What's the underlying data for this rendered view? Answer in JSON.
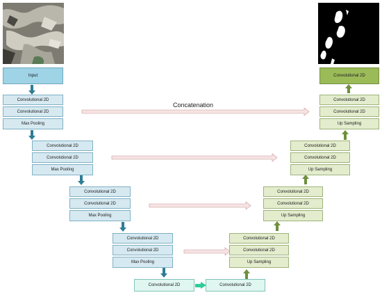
{
  "input_image": {
    "alt": ""
  },
  "output_mask": {
    "alt": ""
  },
  "encoder": {
    "input_label": "Input",
    "blocks": [
      {
        "conv1": "Convolutional 2D",
        "conv2": "Convolutional 2D",
        "pool": "Max Pooling"
      },
      {
        "conv1": "Convolutional 2D",
        "conv2": "Convolutional 2D",
        "pool": "Max Pooling"
      },
      {
        "conv1": "Convolutional 2D",
        "conv2": "Convolutional 2D",
        "pool": "Max Pooling"
      },
      {
        "conv1": "Convolutional 2D",
        "conv2": "Convolutional 2D",
        "pool": "Max Pooling"
      }
    ]
  },
  "bottleneck": {
    "conv1": "Convolutional 2D",
    "conv2": "Convolutional 2D"
  },
  "decoder": {
    "output_label": "Convolutional 2D",
    "blocks": [
      {
        "conv1": "Convolutional 2D",
        "conv2": "Convolutional 2D",
        "up": "Up Sampling"
      },
      {
        "conv1": "Convolutional 2D",
        "conv2": "Convolutional 2D",
        "up": "Up Sampling"
      },
      {
        "conv1": "Convolutional 2D",
        "conv2": "Convolutional 2D",
        "up": "Up Sampling"
      },
      {
        "conv1": "Convolutional 2D",
        "conv2": "Convolutional 2D",
        "up": "Up Sampling"
      }
    ]
  },
  "skip_label": "Concatenation",
  "colors": {
    "encoder_fill": "#d6e9f1",
    "input_fill": "#9fd3e6",
    "decoder_fill": "#e3eccd",
    "output_fill": "#9bbb59",
    "bottleneck_fill": "#e0f6f1",
    "down_arrow": "#2e7d96",
    "up_arrow": "#6f8f3c",
    "bottleneck_arrow": "#2ecc9a",
    "skip_arrow": "#f2dada"
  }
}
